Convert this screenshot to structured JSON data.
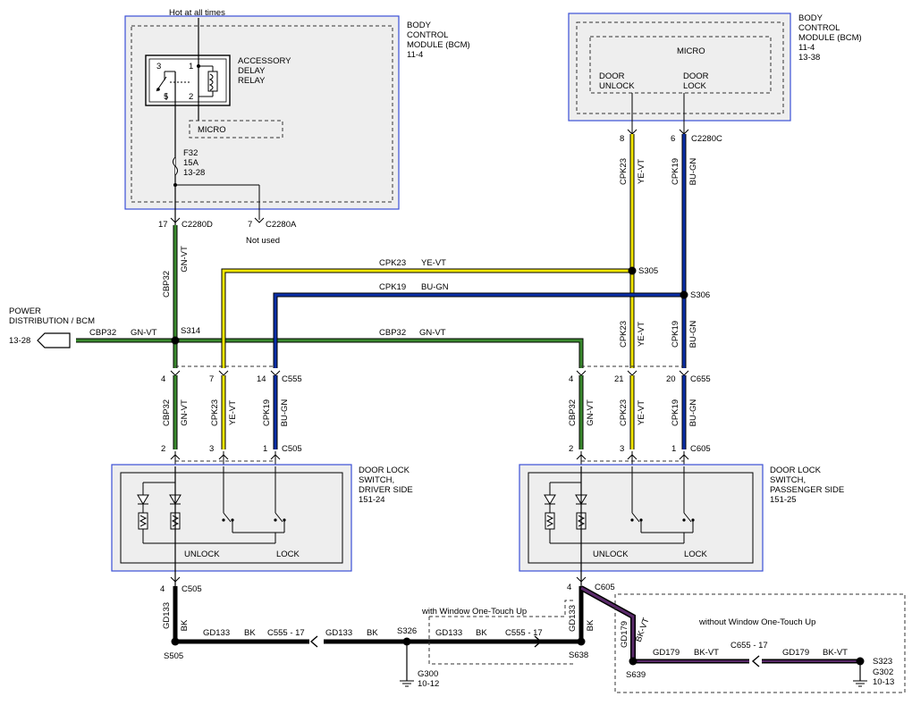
{
  "header": {
    "hot_label": "Hot at all times"
  },
  "bcm_left": {
    "title": [
      "BODY",
      "CONTROL",
      "MODULE (BCM)",
      "11-4"
    ],
    "relay_label": [
      "ACCESSORY",
      "DELAY",
      "RELAY"
    ],
    "relay_pins": [
      "3",
      "1",
      "5",
      "2"
    ],
    "micro": "MICRO",
    "fuse": [
      "F32",
      "15A",
      "13-28"
    ],
    "pin_17": "17",
    "conn_17": "C2280D",
    "pin_7": "7",
    "conn_7": "C2280A",
    "not_used": "Not used"
  },
  "bcm_right": {
    "title": [
      "BODY",
      "CONTROL",
      "MODULE (BCM)",
      "11-4",
      "13-38"
    ],
    "micro": "MICRO",
    "unlock": [
      "DOOR",
      "UNLOCK"
    ],
    "lock": [
      "DOOR",
      "LOCK"
    ],
    "pin_8": "8",
    "pin_6": "6",
    "conn": "C2280C"
  },
  "wires": {
    "cpk23": "CPK23",
    "ye_vt": "YE-VT",
    "cpk19": "CPK19",
    "bu_gn": "BU-GN",
    "cbp32": "CBP32",
    "gn_vt": "GN-VT",
    "gd133": "GD133",
    "bk": "BK",
    "gd179": "GD179",
    "bk_vt": "BK-VT"
  },
  "splices": {
    "s305": "S305",
    "s306": "S306",
    "s314": "S314",
    "s505": "S505",
    "s326": "S326",
    "s638": "S638",
    "s639": "S639",
    "s323": "S323"
  },
  "power": {
    "label": [
      "POWER",
      "DISTRIBUTION / BCM"
    ],
    "ref": "13-28"
  },
  "connectors": {
    "c555": "C555",
    "c505": "C505",
    "c655": "C655",
    "c605": "C605",
    "c555_17": "C555 - 17",
    "c655_17": "C655 - 17",
    "pins_555": [
      "4",
      "7",
      "14"
    ],
    "pins_505": [
      "2",
      "3",
      "1"
    ],
    "pins_655": [
      "4",
      "21",
      "20"
    ],
    "pins_605": [
      "2",
      "3",
      "1"
    ],
    "pin_4": "4"
  },
  "switch_driver": {
    "title": [
      "DOOR LOCK",
      "SWITCH,",
      "DRIVER SIDE",
      "151-24"
    ],
    "unlock": "UNLOCK",
    "lock": "LOCK"
  },
  "switch_passenger": {
    "title": [
      "DOOR LOCK",
      "SWITCH,",
      "PASSENGER SIDE",
      "151-25"
    ],
    "unlock": "UNLOCK",
    "lock": "LOCK"
  },
  "grounds": {
    "g300": "G300",
    "g300_ref": "10-12",
    "g302": "G302",
    "g302_ref": "10-13",
    "with_touch": "with Window One-Touch Up",
    "without_touch": "without Window One-Touch Up"
  },
  "colors": {
    "green": "#3a8a2e",
    "yellow": "#f2e600",
    "blue": "#0b2fa8",
    "black": "#000000",
    "violet": "#5a2a6a",
    "box_blue": "#3a4fd6",
    "box_fill": "#eeeeee"
  }
}
